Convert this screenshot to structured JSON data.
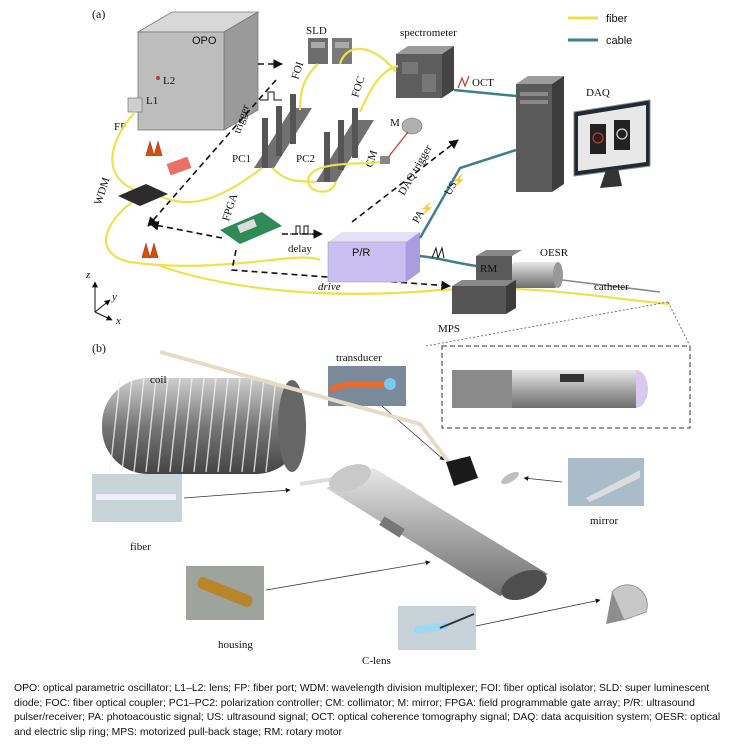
{
  "panel_a": {
    "tag": "(a)",
    "legend": {
      "fiber": "fiber",
      "cable": "cable",
      "fiber_color": "#f0e14a",
      "cable_color": "#3d7f8c"
    },
    "labels": {
      "opo": "OPO",
      "l2": "L2",
      "l1": "L1",
      "fp": "FP",
      "sld": "SLD",
      "foi": "FOI",
      "foc": "FOC",
      "spectrometer": "spectrometer",
      "oct": "OCT",
      "daq": "DAQ",
      "trigger": "trigger",
      "pc1": "PC1",
      "pc2": "PC2",
      "m": "M",
      "cm": "CM",
      "wdm": "WDM",
      "fpga": "FPGA",
      "delay": "delay",
      "pr": "P/R",
      "daq_trigger": "DAQ trigger",
      "us": "US",
      "pa": "PA",
      "rm": "RM",
      "oesr": "OESR",
      "drive": "drive",
      "catheter": "catheter",
      "mps": "MPS",
      "axis_z": "z",
      "axis_y": "y",
      "axis_x": "x"
    }
  },
  "panel_b": {
    "tag": "(b)",
    "labels": {
      "coil": "coil",
      "transducer": "transducer",
      "fiber": "fiber",
      "mirror": "mirror",
      "housing": "housing",
      "clens": "C-lens"
    }
  },
  "caption": "OPO: optical parametric oscillator; L1–L2: lens; FP: fiber port; WDM: wavelength division multiplexer; FOI: fiber optical isolator; SLD: super luminescent diode; FOC: fiber optical coupler; PC1–PC2: polarization controller; CM: collimator; M: mirror; FPGA: field programmable gate array; P/R: ultrasound pulser/receiver; PA: photoacoustic signal; US: ultrasound signal; OCT: optical coherence tomography signal; DAQ: data acquisition system; OESR: optical and electric slip ring; MPS: motorized pull-back stage; RM: rotary motor"
}
